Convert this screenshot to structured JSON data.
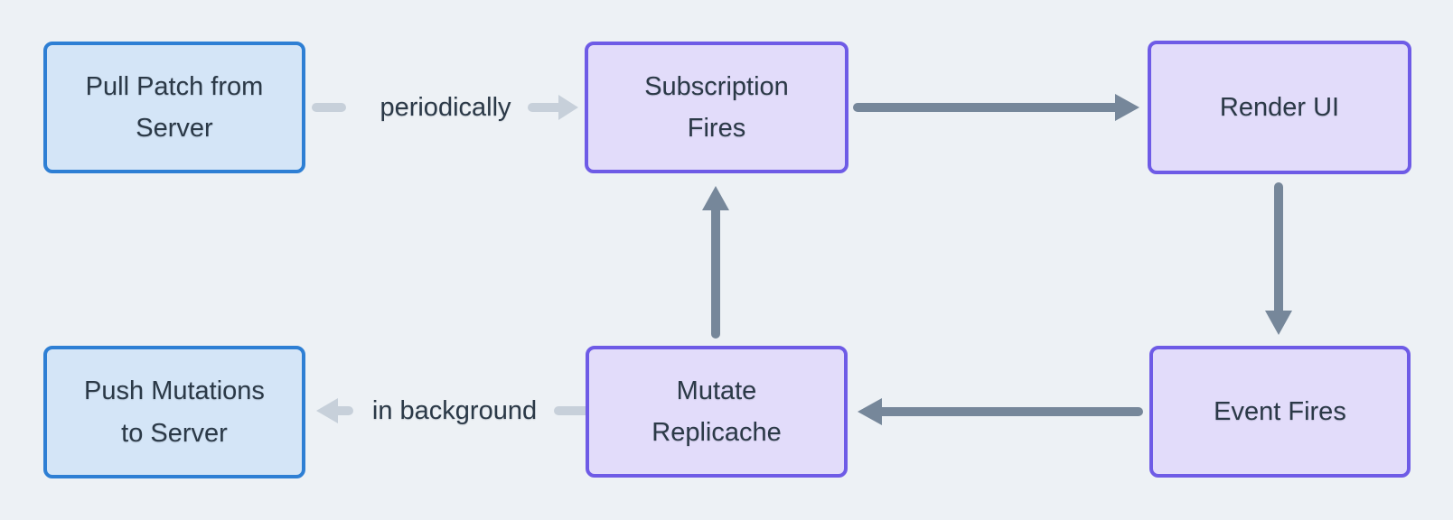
{
  "diagram": {
    "background_color": "#edf1f5",
    "text_color": "#2b3947",
    "node_styles": {
      "blue": {
        "fill": "#d4e5f7",
        "border": "#2e7fd4"
      },
      "purple": {
        "fill": "#e2dcfa",
        "border": "#6e5be6"
      }
    },
    "arrow_colors": {
      "dark": "#76879a",
      "light": "#c7d0da"
    },
    "nodes": [
      {
        "id": "pull-patch-from-server",
        "label": "Pull Patch from Server",
        "style": "blue"
      },
      {
        "id": "subscription-fires",
        "label": "Subscription Fires",
        "style": "purple"
      },
      {
        "id": "render-ui",
        "label": "Render UI",
        "style": "purple"
      },
      {
        "id": "push-mutations-to-server",
        "label": "Push Mutations to Server",
        "style": "blue"
      },
      {
        "id": "mutate-replicache",
        "label": "Mutate Replicache",
        "style": "purple"
      },
      {
        "id": "event-fires",
        "label": "Event Fires",
        "style": "purple"
      }
    ],
    "edges": [
      {
        "from": "pull-patch-from-server",
        "to": "subscription-fires",
        "label": "periodically",
        "style": "light"
      },
      {
        "from": "subscription-fires",
        "to": "render-ui",
        "label": "",
        "style": "dark"
      },
      {
        "from": "render-ui",
        "to": "event-fires",
        "label": "",
        "style": "dark"
      },
      {
        "from": "event-fires",
        "to": "mutate-replicache",
        "label": "",
        "style": "dark"
      },
      {
        "from": "mutate-replicache",
        "to": "subscription-fires",
        "label": "",
        "style": "dark"
      },
      {
        "from": "mutate-replicache",
        "to": "push-mutations-to-server",
        "label": "in background",
        "style": "light"
      }
    ]
  }
}
